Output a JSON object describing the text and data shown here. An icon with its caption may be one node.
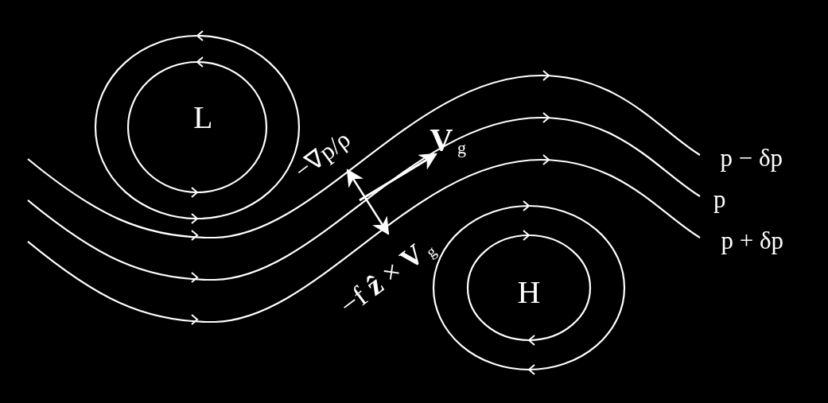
{
  "diagram": {
    "labels": [
      "L",
      "−∇p/ρ",
      "**V**$_{g}$",
      "p − δp",
      "p",
      "p + δp",
      "−f **ẑ** × **V**$_{g}$",
      "H"
    ]
  }
}
